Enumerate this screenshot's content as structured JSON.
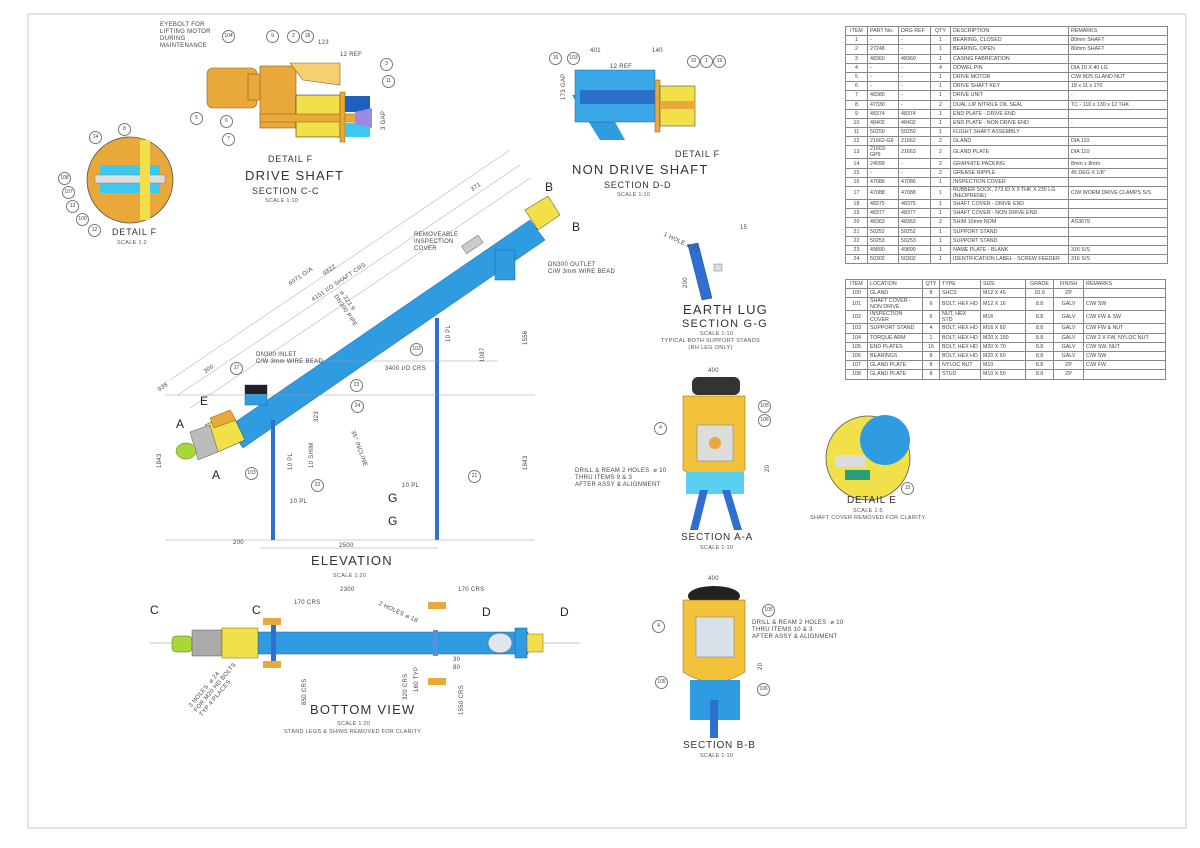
{
  "drive_shaft": {
    "title": "DRIVE SHAFT",
    "section": "SECTION C-C",
    "scale": "SCALE 1:10",
    "note": "EYEBOLT FOR\nLIFTING MOTOR\nDURING\nMAINTENANCE",
    "detail_ref": "DETAIL F",
    "dim_123": "123",
    "dim_12ref": "12  REF",
    "dim_gap": "3  GAP",
    "balloons": [
      "104",
      "9",
      "2",
      "18",
      "3",
      "11",
      "5",
      "6",
      "7"
    ]
  },
  "non_drive_shaft": {
    "title": "NON DRIVE SHAFT",
    "section": "SECTION D-D",
    "scale": "SCALE 1:10",
    "detail_ref": "DETAIL F",
    "dim_401": "401",
    "dim_140": "140",
    "dim_12ref": "12  REF",
    "dim_gap": "173  GAP",
    "balloons": [
      "16",
      "103",
      "10",
      "1",
      "19"
    ]
  },
  "detail_f": {
    "title": "DETAIL F",
    "scale": "SCALE 1:2",
    "balloons": [
      "14",
      "8",
      "108",
      "107",
      "13",
      "100",
      "12"
    ]
  },
  "elevation": {
    "title": "ELEVATION",
    "scale": "SCALE 1:20",
    "dim_oa": "6071  O/A",
    "dim_4822": "4822",
    "dim_shaft": "4151  I/O SHAFT CRS",
    "dim_pipe": "⌀ 323.9\nDN300 PIPE",
    "inspection": "REMOVEABLE\nINSPECTION\nCOVER",
    "outlet": "DN300 OUTLET\nC/W 3mm WIRE BEAD",
    "inlet": "DN300 INLET\nC/W 3mm WIRE BEAD",
    "dim_3400": "3400  I/O CRS",
    "dim_371": "371",
    "dim_938": "938",
    "dim_300": "300",
    "dim_323": "323",
    "incline": "35°  INCLINE",
    "dim_1843a": "1843",
    "dim_1843b": "1843",
    "dim_1556": "1556",
    "dim_1087": "1087",
    "dim_2500": "2500",
    "dim_200": "200",
    "pl": "10  PL",
    "shim": "10  SHIM",
    "letters": {
      "a": "A",
      "e": "E",
      "b": "B",
      "g": "G"
    },
    "balloons": [
      "17",
      "23",
      "24",
      "103",
      "103",
      "22",
      "21"
    ]
  },
  "bottom_view": {
    "title": "BOTTOM VIEW",
    "scale": "SCALE 1:20",
    "note": "STAND LEGS & SHIMS REMOVED FOR CLARITY",
    "dim_2300": "2300",
    "dim_170a": "170  CRS",
    "dim_170b": "170  CRS",
    "holes18": "2 HOLES  ⌀ 18",
    "holes24": "3 HOLES  ⌀ 24\nFOR M20 HD BOLTS\nTYP 4 PLACES",
    "dim_850": "850  CRS",
    "dim_320": "320  CRS",
    "dim_160": "160  TYP",
    "dim_1550": "1550  CRS",
    "dim_30": "30",
    "dim_80": "80",
    "letters": {
      "c": "C",
      "d": "D"
    }
  },
  "earth_lug": {
    "title": "EARTH LUG",
    "section": "SECTION G-G",
    "scale": "SCALE 1:10",
    "note": "TYPICAL BOTH SUPPORT STANDS\n(RH LEG ONLY)",
    "hole": "1 HOLE  ⌀ 12",
    "dim_15": "15",
    "dim_200": "200"
  },
  "section_aa": {
    "title": "SECTION A-A",
    "scale": "SCALE 1:10",
    "dim_400": "400",
    "dim_20": "20",
    "note": "DRILL & REAM 2 HOLES  ⌀ 10\nTHRU ITEMS 9 & 3\nAFTER ASSY & ALIGNMENT",
    "balloons": [
      "4",
      "105",
      "106"
    ]
  },
  "section_bb": {
    "title": "SECTION B-B",
    "scale": "SCALE 1:10",
    "dim_400": "400",
    "dim_20": "20",
    "note": "DRILL & REAM 2 HOLES  ⌀ 10\nTHRU ITEMS 10 & 3\nAFTER ASSY & ALIGNMENT",
    "balloons": [
      "4",
      "105",
      "105",
      "106"
    ]
  },
  "detail_e": {
    "title": "DETAIL E",
    "scale": "SCALE 1:5",
    "note": "SHAFT COVER REMOVED FOR CLARITY",
    "balloons": [
      "15"
    ]
  },
  "parts_table": {
    "headers": [
      "ITEM",
      "PART No.",
      "DRG REF",
      "QTY",
      "DESCRIPTION",
      "REMARKS"
    ],
    "rows": [
      [
        "1",
        "-",
        "-",
        "1",
        "BEARING, CLOSED",
        "80mm SHAFT"
      ],
      [
        "2",
        "27248",
        "-",
        "1",
        "BEARING, OPEN",
        "80mm SHAFT"
      ],
      [
        "3",
        "48360",
        "48360",
        "1",
        "CASING FABRICATION",
        ""
      ],
      [
        "4",
        "-",
        "-",
        "4",
        "DOWEL PIN",
        "DIA 10 X 40 LG"
      ],
      [
        "5",
        "-",
        "-",
        "1",
        "DRIVE MOTOR",
        "C/W M25 GLAND NUT"
      ],
      [
        "6",
        "-",
        "-",
        "1",
        "DRIVE SHAFT KEY",
        "18 x 11 x 170"
      ],
      [
        "7",
        "48380",
        "-",
        "1",
        "DRIVE UNIT",
        "-"
      ],
      [
        "8",
        "47330",
        "-",
        "2",
        "DUAL LIP NITRILE OIL SEAL",
        "TC - 110 x 130 x 12 THK"
      ],
      [
        "9",
        "48374",
        "48374",
        "1",
        "END PLATE - DRIVE END",
        ""
      ],
      [
        "10",
        "48402",
        "48402",
        "1",
        "END PLATE - NON DRIVE END",
        "-"
      ],
      [
        "11",
        "50250",
        "50250",
        "1",
        "FLIGHT SHAFT ASSEMBLY",
        ""
      ],
      [
        "12",
        "21662-G6",
        "21662",
        "2",
        "GLAND",
        "DIA 110"
      ],
      [
        "13",
        "21663-GP6",
        "21663",
        "2",
        "GLAND PLATE",
        "DIA 110"
      ],
      [
        "14",
        "24099",
        "-",
        "2",
        "GRAPHITE PACKING",
        "8mm x 8mm"
      ],
      [
        "15",
        "-",
        "-",
        "2",
        "GREASE NIPPLE",
        "45 DEG X 1/8\""
      ],
      [
        "16",
        "47086",
        "47086",
        "1",
        "INSPECTION COVER",
        ""
      ],
      [
        "17",
        "47088",
        "47088",
        "1",
        "RUBBER SOCK, 273 ID X 3 THK X 230 LG (NEOPRENE)",
        "C/W WORM DRIVE CLAMPS S/S"
      ],
      [
        "18",
        "48375",
        "48375",
        "1",
        "SHAFT COVER - DRIVE END",
        ""
      ],
      [
        "19",
        "48377",
        "48377",
        "1",
        "SHAFT COVER - NON DRIVE END",
        ""
      ],
      [
        "20",
        "48363",
        "48363",
        "2",
        "SHIM 10mm NOM",
        "AS3679"
      ],
      [
        "21",
        "50252",
        "50252",
        "1",
        "SUPPORT STAND",
        ""
      ],
      [
        "22",
        "50253",
        "50253",
        "1",
        "SUPPORT STAND",
        ""
      ],
      [
        "23",
        "49890",
        "49890",
        "1",
        "NAME PLATE - BLANK",
        "316 S/S"
      ],
      [
        "24",
        "50302",
        "50302",
        "1",
        "IDENTIFICATION LABEL - SCREW FEEDER",
        "316 S/S"
      ]
    ]
  },
  "fastener_table": {
    "headers": [
      "ITEM",
      "LOCATION",
      "QTY",
      "TYPE",
      "SIZE",
      "GRADE",
      "FINISH",
      "REMARKS"
    ],
    "rows": [
      [
        "100",
        "GLAND",
        "8",
        "SHCS",
        "M12 X 45",
        "10.9",
        "ZP",
        ""
      ],
      [
        "101",
        "SHAFT COVER - NON DRIVE",
        "6",
        "BOLT, HEX HD",
        "M12 X 16",
        "8.8",
        "GALV",
        "C/W SW"
      ],
      [
        "102",
        "INSPECTION COVER",
        "6",
        "NUT, HEX STD",
        "M16",
        "8.8",
        "GALV",
        "C/W FW & SW"
      ],
      [
        "103",
        "SUPPORT STAND",
        "4",
        "BOLT, HEX HD",
        "M16 X 60",
        "8.8",
        "GALV",
        "C/W FW & NUT"
      ],
      [
        "104",
        "TORQUE ARM",
        "1",
        "BOLT, HEX HD",
        "M20 X 150",
        "8.8",
        "GALV",
        "C/W 2 X FW, NYLOC NUT"
      ],
      [
        "105",
        "END PLATES",
        "16",
        "BOLT, HEX HD",
        "M20 X 70",
        "8.8",
        "GALV",
        "C/W SW, NUT"
      ],
      [
        "106",
        "BEARINGS",
        "8",
        "BOLT, HEX HD",
        "M20 X 60",
        "8.8",
        "GALV",
        "C/W SW"
      ],
      [
        "107",
        "GLAND PLATE",
        "8",
        "NYLOC NUT",
        "M10",
        "8.8",
        "ZP",
        "C/W FW"
      ],
      [
        "108",
        "GLAND PLATE",
        "8",
        "STUD",
        "M10 X 50",
        "8.8",
        "ZP",
        ""
      ]
    ]
  },
  "colors": {
    "pipe": "#2f9be0",
    "yellow": "#f2e04a",
    "orange": "#e8a93a",
    "grey": "#b8b8b8",
    "motor": "#a8d838"
  }
}
